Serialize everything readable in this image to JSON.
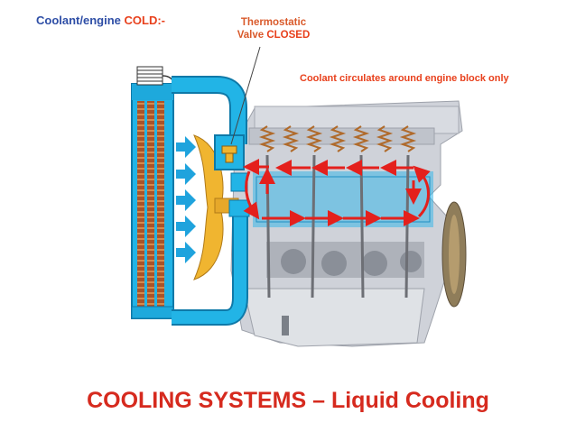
{
  "heading": {
    "part1": "Coolant/engine",
    "part2": "COLD:-"
  },
  "valve_callout": {
    "line1": "Thermostatic",
    "line2a": "Valve",
    "line2b": "CLOSED"
  },
  "circulation_note": "Coolant circulates around engine block only",
  "title": "COOLING SYSTEMS – Liquid Cooling",
  "colors": {
    "coolant": "#22b4e6",
    "core": "#b8642e",
    "arrow_air": "#1fa3dd",
    "arrow_flow": "#e4201c",
    "engine_body": "#c9ccd4",
    "title_red": "#d62a1e",
    "heading_blue": "#2e4ea6"
  }
}
